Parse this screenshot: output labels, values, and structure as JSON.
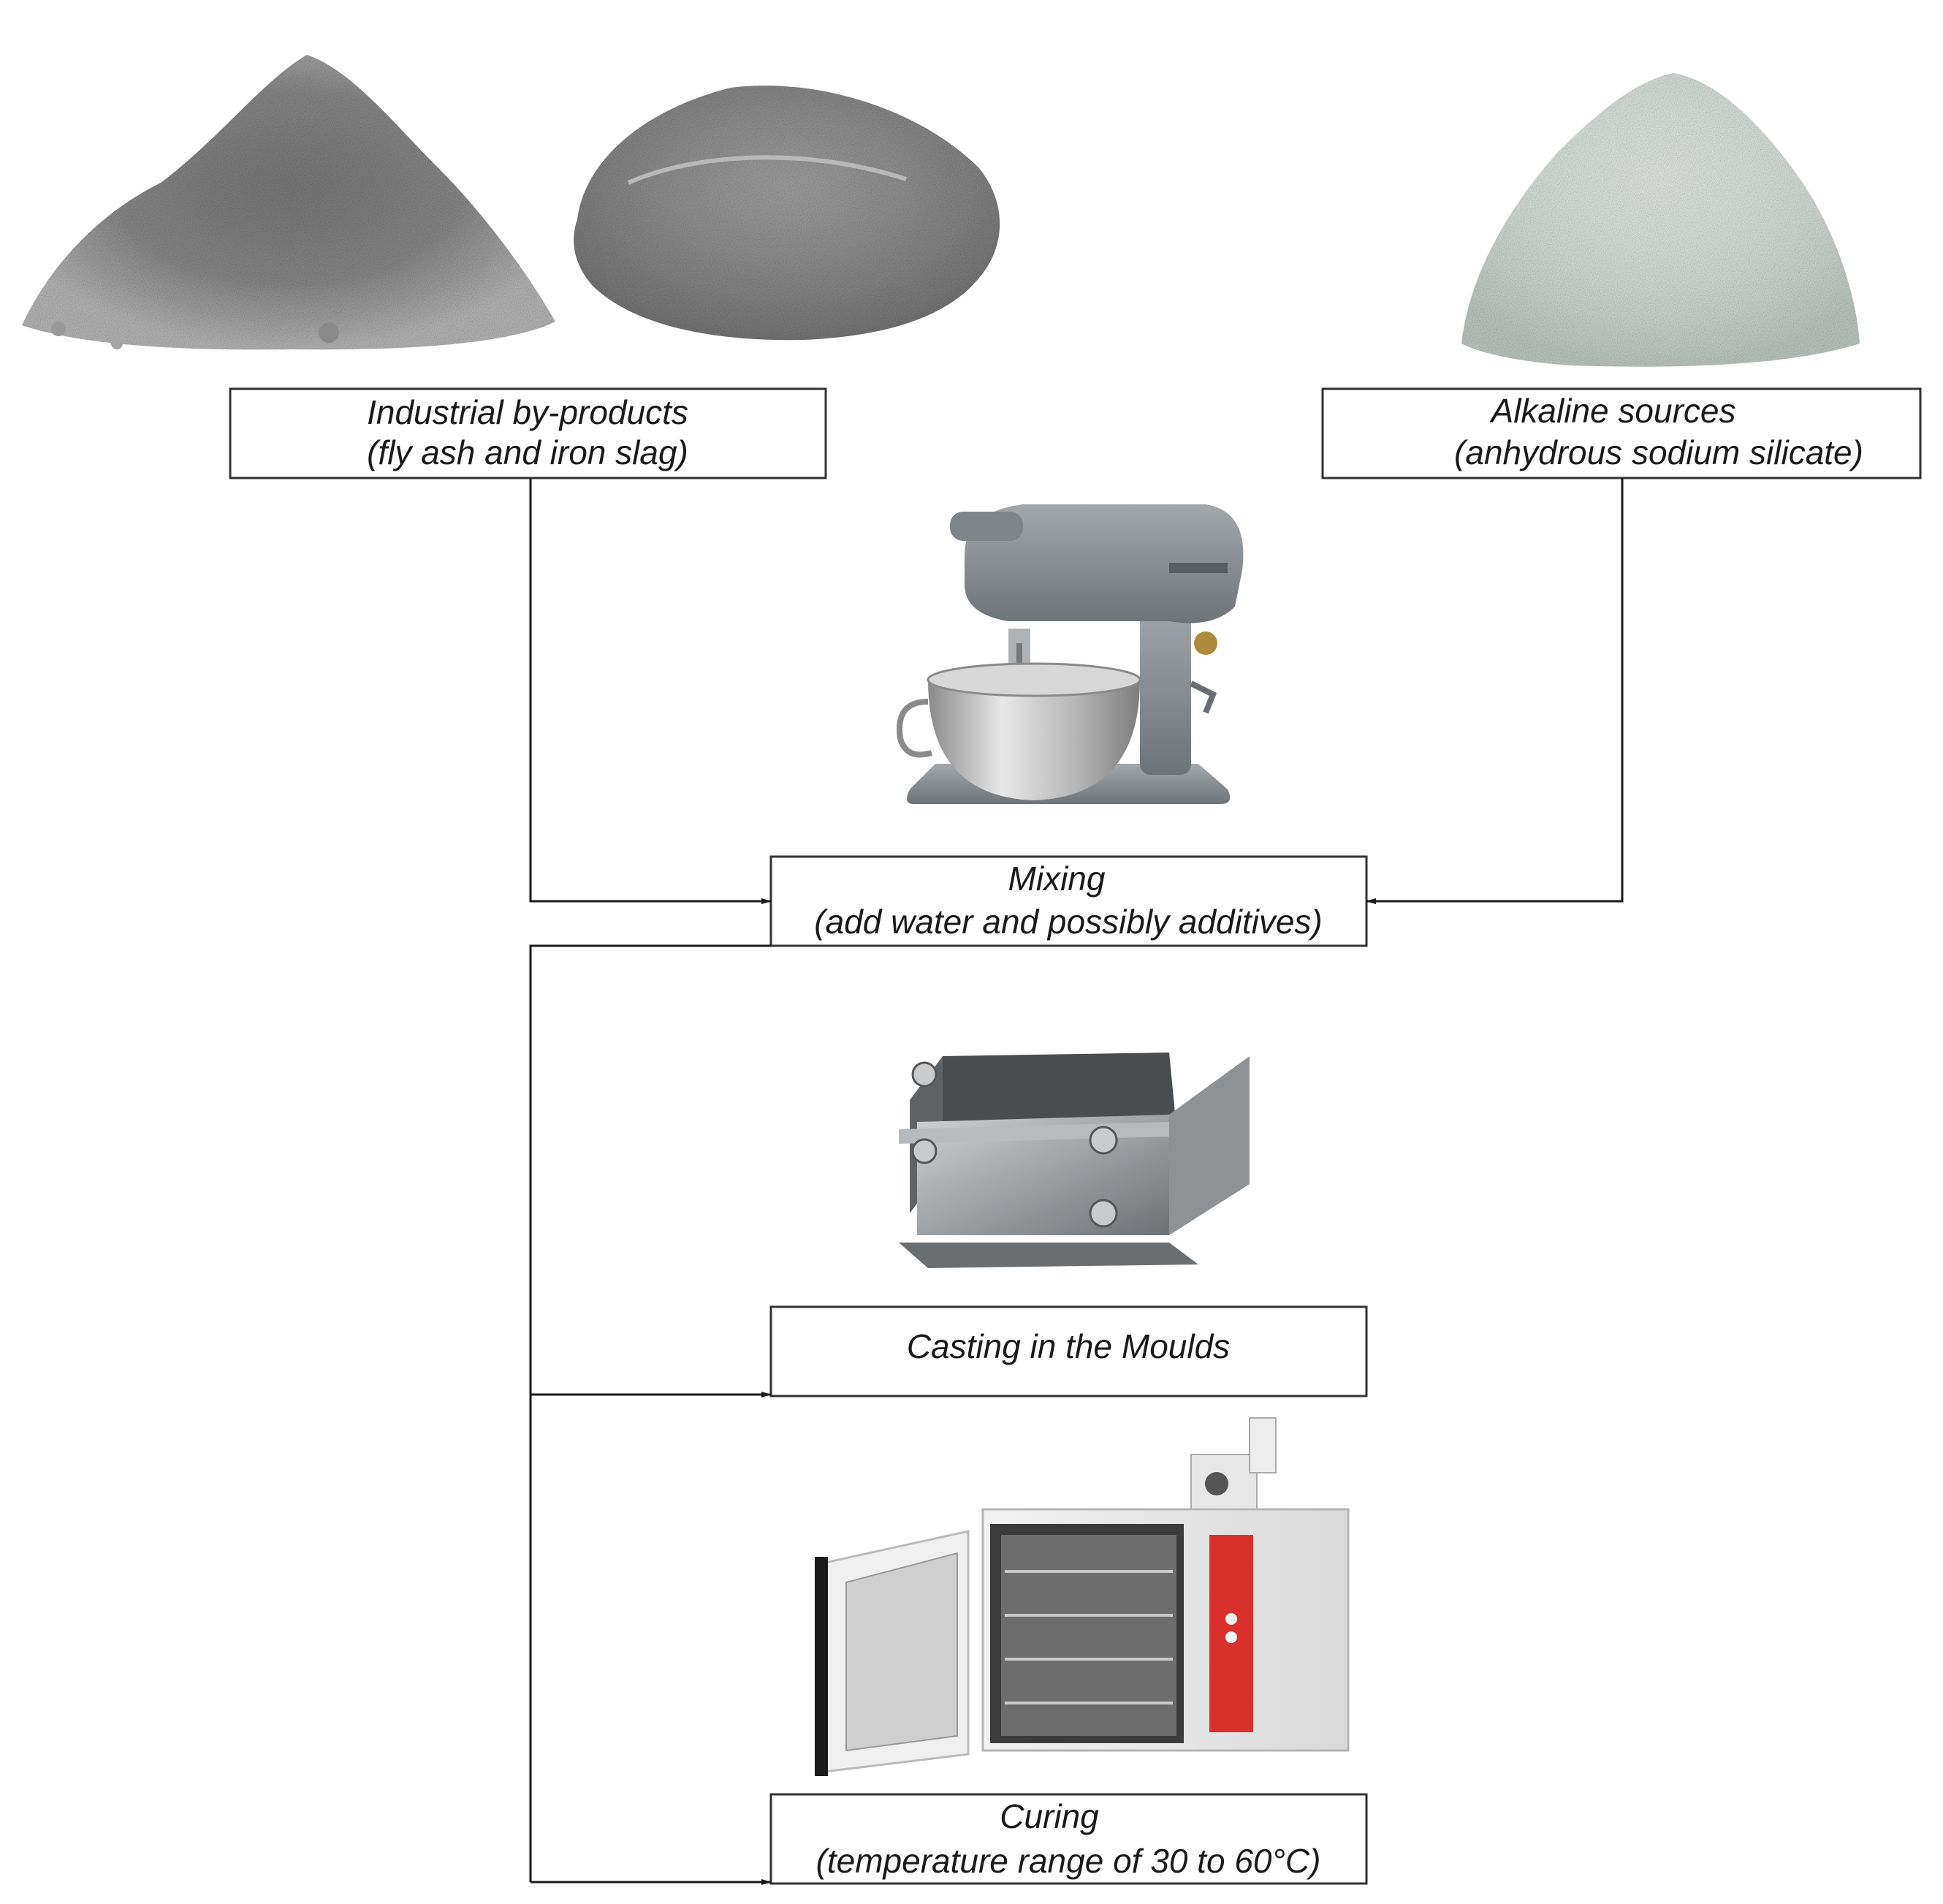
{
  "boxes": {
    "byproducts": {
      "line1": "Industrial by-products",
      "line2": "(fly ash and iron slag)"
    },
    "alkaline": {
      "line1": "Alkaline sources",
      "line2": "(anhydrous sodium silicate)"
    },
    "mixing": {
      "line1": "Mixing",
      "line2": "(add water and possibly additives)"
    },
    "casting": {
      "line1": "Casting in the Moulds"
    },
    "curing": {
      "line1": "Curing",
      "line2": "(temperature range of 30 to 60°C)"
    }
  },
  "illustrations": [
    "fly-ash-powder",
    "iron-slag-powder",
    "sodium-silicate-powder",
    "stand-mixer",
    "steel-cube-mould",
    "curing-oven"
  ],
  "colors": {
    "line": "#1a1a1a",
    "box_border": "#333333",
    "oven_panel": "#d9302c"
  }
}
